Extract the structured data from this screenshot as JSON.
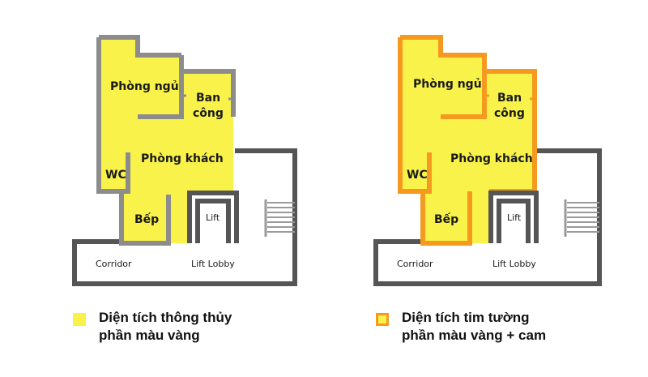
{
  "colors": {
    "yellow": "#F8F24A",
    "orange": "#F59A1E",
    "wall_gray": "#8C8C8C",
    "wall_dark": "#555555"
  },
  "plans": [
    {
      "rooms": {
        "bedroom": "Phòng ngủ",
        "balcony_line1": "Ban",
        "balcony_line2": "công",
        "living": "Phòng khách",
        "wc": "WC",
        "kitchen": "Bếp",
        "lift": "Lift",
        "corridor": "Corridor",
        "lift_lobby": "Lift Lobby"
      }
    },
    {
      "rooms": {
        "bedroom": "Phòng ngủ",
        "balcony_line1": "Ban",
        "balcony_line2": "công",
        "living": "Phòng khách",
        "wc": "WC",
        "kitchen": "Bếp",
        "lift": "Lift",
        "corridor": "Corridor",
        "lift_lobby": "Lift Lobby"
      }
    }
  ],
  "legend": [
    {
      "line1": "Diện tích thông thủy",
      "line2": "phần màu vàng",
      "style": "fill-yellow"
    },
    {
      "line1": "Diện tích tim tường",
      "line2": "phần màu vàng + cam",
      "style": "yellow-orange-border"
    }
  ]
}
